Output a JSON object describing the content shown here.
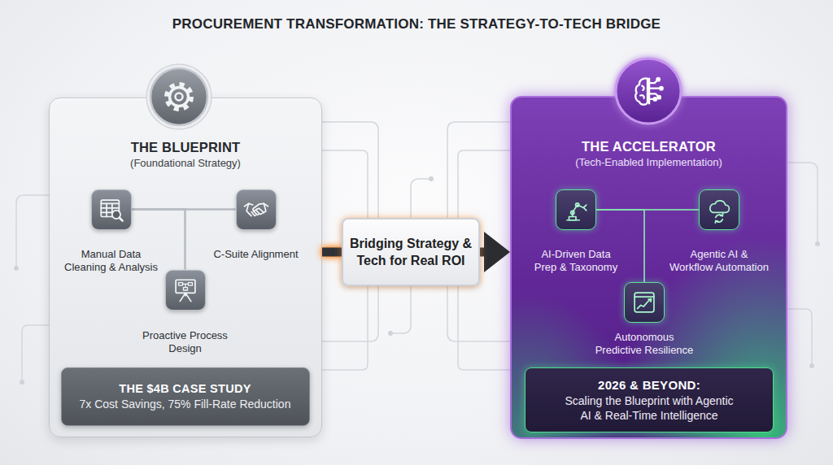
{
  "diagram": {
    "title": "PROCUREMENT TRANSFORMATION: THE STRATEGY-TO-TECH BRIDGE",
    "nodes": [
      {
        "text": [
          "THE BLUEPRINT",
          "(Foundational Strategy)"
        ]
      },
      {
        "text": [
          "Manual Data Cleaning & Analysis"
        ],
        "in": 0
      },
      {
        "text": [
          "C-Suite Alignment"
        ],
        "in": 0
      },
      {
        "text": [
          "Proactive Process Design"
        ],
        "in": 0
      },
      {
        "text": [
          "THE $4B CASE STUDY",
          "7x Cost Savings, 75% Fill-Rate Reduction"
        ],
        "in": 0
      },
      {
        "text": [
          "Bridging Strategy & Tech for Real ROI"
        ]
      },
      {
        "text": [
          "THE ACCELERATOR",
          "(Tech-Enabled Implementation)"
        ]
      },
      {
        "text": [
          "AI-Driven Data Prep & Taxonomy"
        ],
        "in": 6
      },
      {
        "text": [
          "Agentic AI & Workflow Automation"
        ],
        "in": 6
      },
      {
        "text": [
          "Autonomous Predictive Resilience"
        ],
        "in": 6
      },
      {
        "text": [
          "2026 & BEYOND:",
          "Scaling the Blueprint with Agentic AI & Real-Time Intelligence"
        ],
        "in": 6
      }
    ],
    "edges": [
      {
        "from": 1,
        "to": 2,
        "arrow": "none"
      },
      {
        "from": 1,
        "to": 3,
        "arrow": "none"
      },
      {
        "from": 0,
        "to": 5,
        "arrow": "none"
      },
      {
        "from": 5,
        "to": 6,
        "arrow": "to"
      },
      {
        "from": 7,
        "to": 8,
        "arrow": "none"
      },
      {
        "from": 7,
        "to": 9,
        "arrow": "none"
      }
    ]
  }
}
